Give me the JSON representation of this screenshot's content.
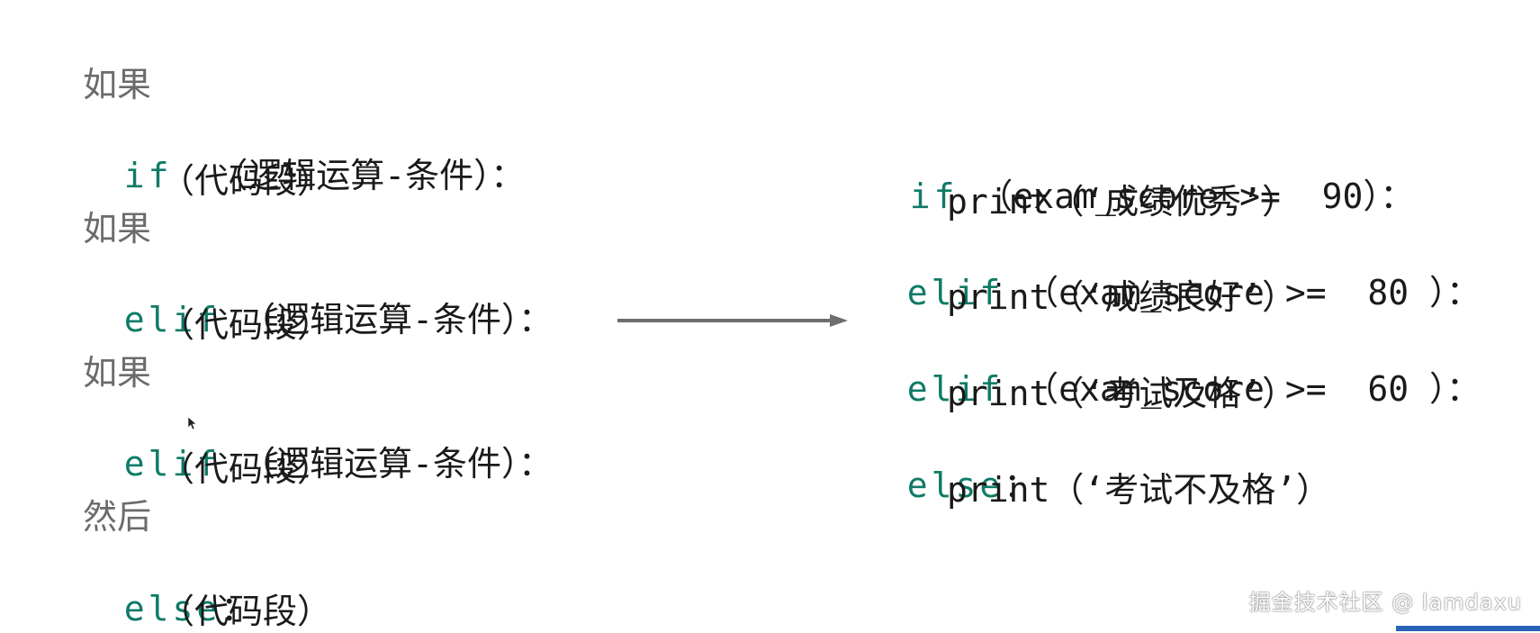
{
  "left": {
    "lines": [
      {
        "kind": "label",
        "text": "如果"
      },
      {
        "kind": "kw",
        "kw": "if",
        "rest": "  （逻辑运算-条件）："
      },
      {
        "kind": "body",
        "text": "（代码段）"
      },
      {
        "kind": "label",
        "text": "如果"
      },
      {
        "kind": "kw",
        "kw": "elif",
        "rest": " （逻辑运算-条件）："
      },
      {
        "kind": "body",
        "text": "（代码段）"
      },
      {
        "kind": "label",
        "text": "如果"
      },
      {
        "kind": "kw",
        "kw": "elif",
        "rest": " （逻辑运算-条件）："
      },
      {
        "kind": "body",
        "text": "（代码段）"
      },
      {
        "kind": "label",
        "text": "然后"
      },
      {
        "kind": "kw",
        "kw": "else",
        "rest": "："
      },
      {
        "kind": "body",
        "text": "（代码段）"
      }
    ]
  },
  "right": {
    "lines": [
      {
        "kw": "if",
        "rest": " （exam_score >=  90）："
      },
      {
        "kw": "",
        "rest": "print（‘成绩优秀’）"
      },
      {
        "kw": "elif",
        "rest": " （exam_score >=  80 ）："
      },
      {
        "kw": "",
        "rest": "print（‘成绩良好’）"
      },
      {
        "kw": "elif",
        "rest": " （exam_score >=  60 ）："
      },
      {
        "kw": "",
        "rest": "print（‘考试及格’）"
      },
      {
        "kw": "else",
        "rest": "："
      },
      {
        "kw": "",
        "rest": "print（‘考试不及格’）"
      }
    ]
  },
  "watermark": "掘金技术社区 @ lamdaxu",
  "colors": {
    "keyword": "#0f7a68",
    "label": "#6b6b6b",
    "text": "#1a1a1a",
    "arrow": "#6e6e6e"
  },
  "icons": {
    "arrow": "right-arrow-icon",
    "cursor": "mouse-pointer-icon"
  }
}
